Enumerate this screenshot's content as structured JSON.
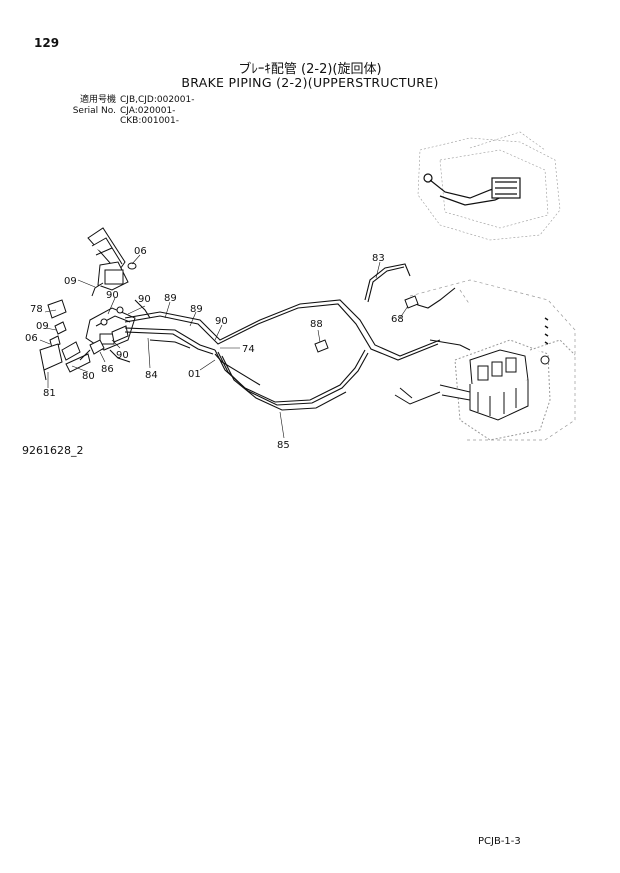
{
  "header": {
    "page_number": "129",
    "title_jp": "ブﾚｰｷ配管 (2-2)(旋回体)",
    "title_en": "BRAKE PIPING (2-2)(UPPERSTRUCTURE)"
  },
  "serial": {
    "label_jp": "適用号機",
    "label_en": "Serial No.",
    "lines": [
      "CJB,CJD:002001-",
      "CJA:020001-",
      "CKB:001001-"
    ]
  },
  "callouts": [
    "06",
    "09",
    "78",
    "09",
    "06",
    "90",
    "90",
    "89",
    "89",
    "90",
    "83",
    "88",
    "68",
    "74",
    "01",
    "90",
    "86",
    "80",
    "84",
    "81",
    "85"
  ],
  "figure_number": "9261628_2",
  "page_code": "PCJB-1-3"
}
